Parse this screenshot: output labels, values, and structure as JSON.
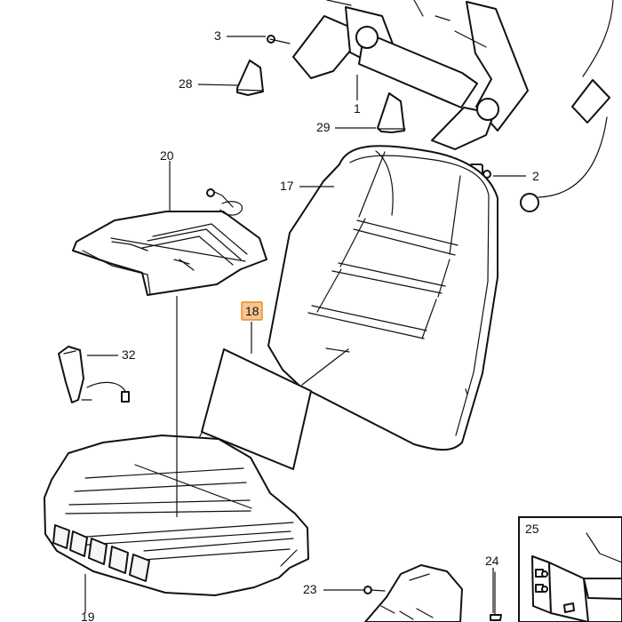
{
  "callouts": [
    {
      "id": "3",
      "text": "3"
    },
    {
      "id": "28",
      "text": "28"
    },
    {
      "id": "1",
      "text": "1"
    },
    {
      "id": "29",
      "text": "29"
    },
    {
      "id": "2",
      "text": "2"
    },
    {
      "id": "20",
      "text": "20"
    },
    {
      "id": "17",
      "text": "17"
    },
    {
      "id": "18",
      "text": "18"
    },
    {
      "id": "32",
      "text": "32"
    },
    {
      "id": "25",
      "text": "25"
    },
    {
      "id": "24",
      "text": "24"
    },
    {
      "id": "23",
      "text": "23"
    },
    {
      "id": "19",
      "text": "19"
    }
  ],
  "colors": {
    "line": "#111111",
    "highlight_fill": "#f7c58f",
    "highlight_stroke": "#e58c2c"
  }
}
